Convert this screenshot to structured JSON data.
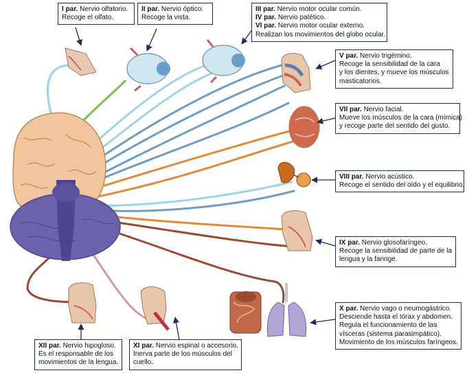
{
  "nerves": {
    "I": {
      "par": "I par.",
      "lines": [
        "Nervio olfatorio.",
        "Recoge el olfato."
      ]
    },
    "II": {
      "par": "II par.",
      "lines": [
        "Nervio óptico.",
        "Recoge la vista."
      ]
    },
    "III_VI": {
      "items": [
        {
          "par": "III par.",
          "text": "Nervio motor ocular común."
        },
        {
          "par": "IV par.",
          "text": "Nervio patético."
        },
        {
          "par": "VI par.",
          "text": "Nervio motor ocular externo."
        }
      ],
      "extra": "Realizan los movimientos del globo ocular."
    },
    "V": {
      "par": "V par.",
      "lines": [
        "Nervio trigémino.",
        "Recoge la sensibilidad de la cara",
        "y los dientes, y mueve los músculos",
        "masticatorios."
      ]
    },
    "VII": {
      "par": "VII par.",
      "lines": [
        "Nervio facial.",
        "Mueve los músculos de la cara (mímica)",
        "y recoge parte del sentido del gusto."
      ]
    },
    "VIII": {
      "par": "VIII par.",
      "lines": [
        "Nervio acústico.",
        "Recoge el sentido del oído y el equilibrio."
      ]
    },
    "IX": {
      "par": "IX par.",
      "lines": [
        "Nervio glosofaríngeo.",
        "Recoge la sensibilidad de parte de la",
        "lengua y la faringe."
      ]
    },
    "X": {
      "par": "X par.",
      "lines": [
        "Nervio vago o neumogástrico.",
        "Desciende hasta el tórax y abdomen.",
        "Regula el funcionamiento de las",
        "vísceras (sistema parasimpático).",
        "Movimiento de los músculos faríngeos."
      ]
    },
    "XI": {
      "par": "XI par.",
      "lines": [
        "Nervio espinal o accesorio.",
        "Inerva parte de los músculos del",
        "cuello."
      ]
    },
    "XII": {
      "par": "XII par.",
      "lines": [
        "Nervio hipogloso.",
        "Es el responsable de los",
        "movimientos de la lengua."
      ]
    }
  },
  "colors": {
    "brain": "#f2c59c",
    "brain_fold": "#b98a5e",
    "cerebellum": "#6b62ac",
    "brainstem": "#4e4592",
    "nerve_blue": "#6d9cc4",
    "nerve_lightblue": "#9fd3e6",
    "nerve_green": "#7fbf5a",
    "nerve_orange": "#e08a3a",
    "nerve_brown": "#9a4a2e",
    "nerve_pink": "#d995b0",
    "box_border": "#1f2a5a",
    "arrow": "#1f2a5a"
  }
}
